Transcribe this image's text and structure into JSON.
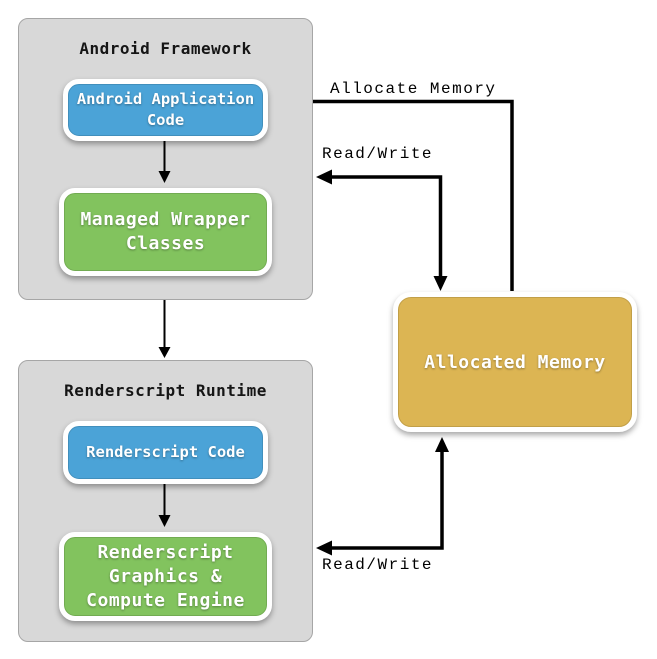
{
  "colors": {
    "panel_bg": "#d8d8d8",
    "panel_border": "#a6a6a6",
    "blue": "#4ba3d7",
    "green": "#82c35e",
    "gold": "#dcb553",
    "arrow": "#000000"
  },
  "panels": {
    "framework": {
      "title": "Android Framework",
      "app_code_label": "Android Application\nCode",
      "wrapper_label": "Managed Wrapper\nClasses"
    },
    "renderscript": {
      "title": "Renderscript Runtime",
      "code_label": "Renderscript Code",
      "engine_label": "Renderscript\nGraphics &\nCompute Engine"
    }
  },
  "memory": {
    "label": "Allocated Memory"
  },
  "connections": {
    "allocate_label": "Allocate Memory",
    "read_write_top_label": "Read/Write",
    "read_write_bottom_label": "Read/Write"
  }
}
